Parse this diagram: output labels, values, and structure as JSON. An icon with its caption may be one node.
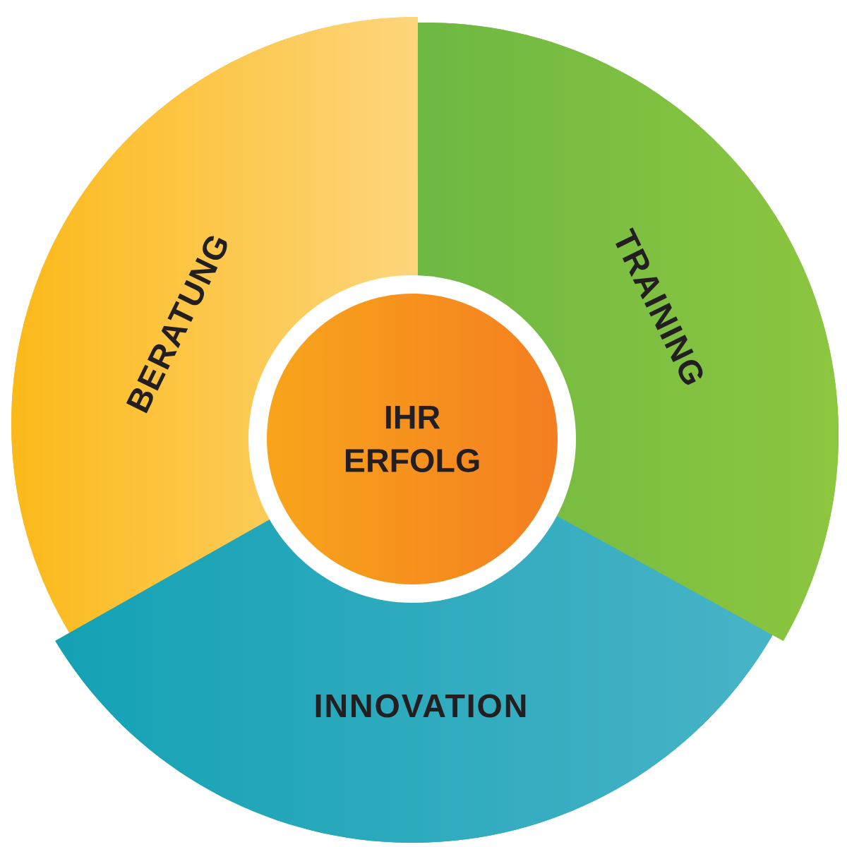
{
  "diagram": {
    "nodes": [
      {
        "text": [
          "BERATUNG"
        ]
      },
      {
        "text": [
          "TRAINING"
        ]
      },
      {
        "text": [
          "IHR ERFOLG"
        ]
      },
      {
        "text": [
          "INNOVATION"
        ]
      }
    ]
  }
}
